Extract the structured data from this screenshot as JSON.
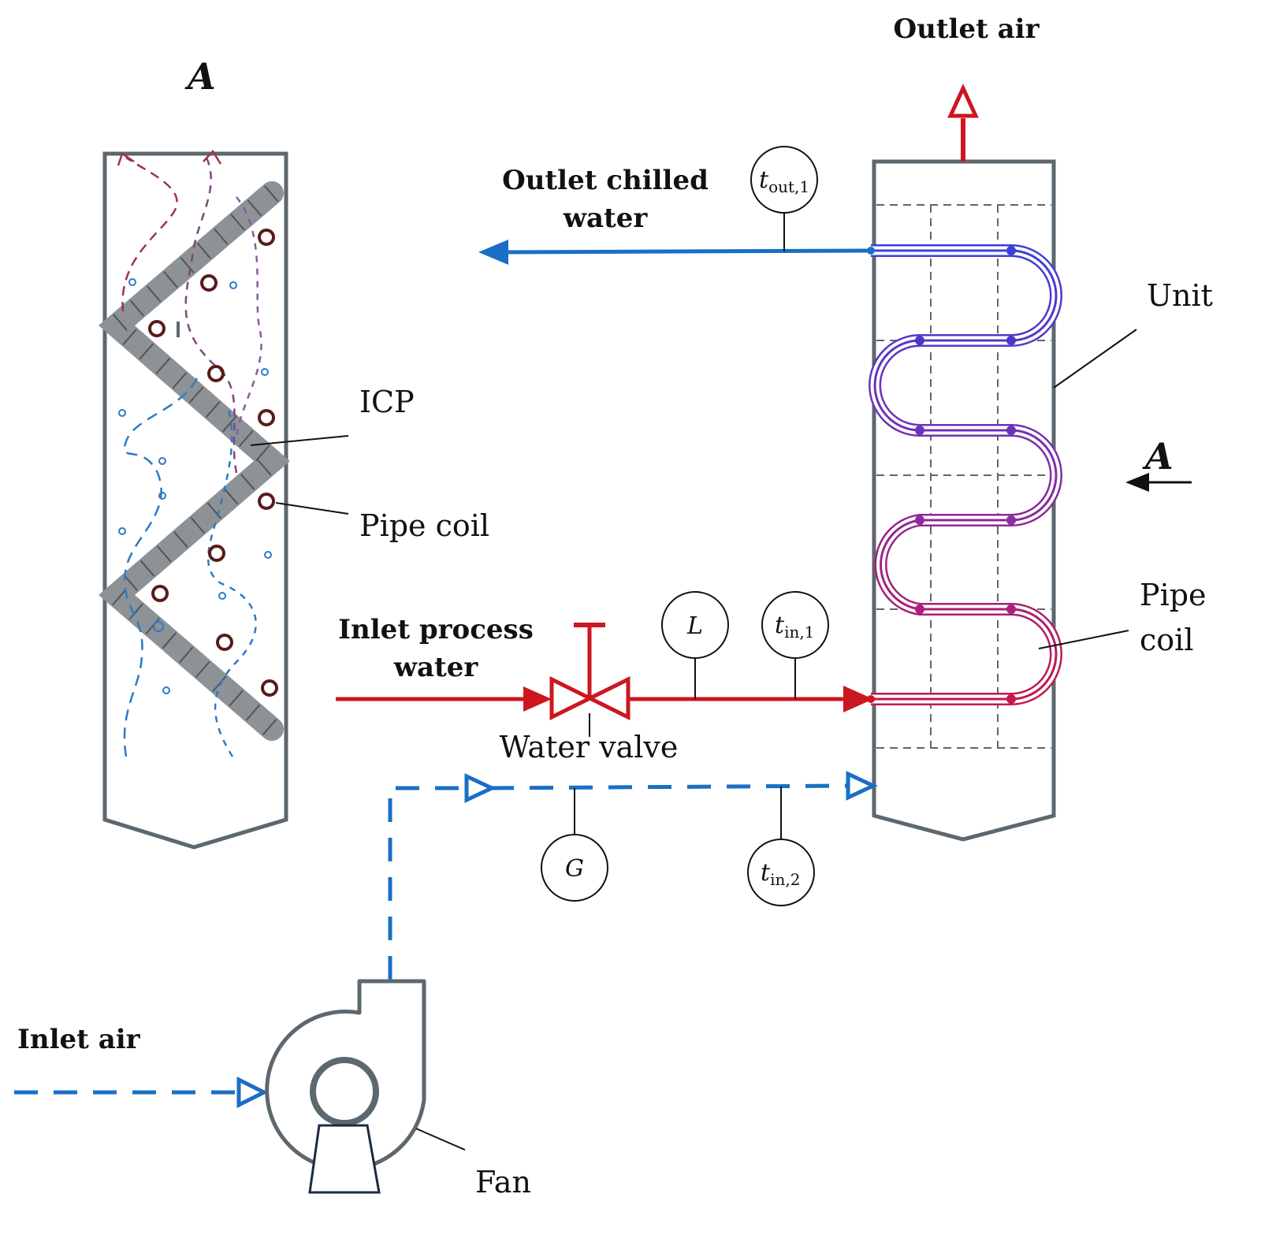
{
  "section_marker": {
    "letter": "A"
  },
  "labels": {
    "outlet_air": "Outlet air",
    "outlet_chilled_water_line1": "Outlet chilled",
    "outlet_chilled_water_line2": "water",
    "inlet_process_water_line1": "Inlet process",
    "inlet_process_water_line2": "water",
    "inlet_air": "Inlet air",
    "icp": "ICP",
    "pipe_coil_left": "Pipe coil",
    "pipe_coil_right_line1": "Pipe",
    "pipe_coil_right_line2": "coil",
    "unit": "Unit",
    "water_valve": "Water valve",
    "fan": "Fan"
  },
  "sensors": {
    "t_out_1": {
      "symbol": "t",
      "subscript": "out,1"
    },
    "L": {
      "symbol": "L",
      "subscript": ""
    },
    "t_in_1": {
      "symbol": "t",
      "subscript": "in,1"
    },
    "G": {
      "symbol": "G",
      "subscript": ""
    },
    "t_in_2": {
      "symbol": "t",
      "subscript": "in,2"
    }
  },
  "colors": {
    "housing": "#5d676e",
    "water_hot": "#cc1620",
    "water_cold": "#1a6fc4",
    "air_dashed": "#1a6fc4",
    "coil_top": "#3b3fd8",
    "coil_mid": "#7a2fb0",
    "coil_bottom": "#c4174a",
    "icp_plate": "#8c9296",
    "pipe_circle": "#5a1a1a"
  }
}
